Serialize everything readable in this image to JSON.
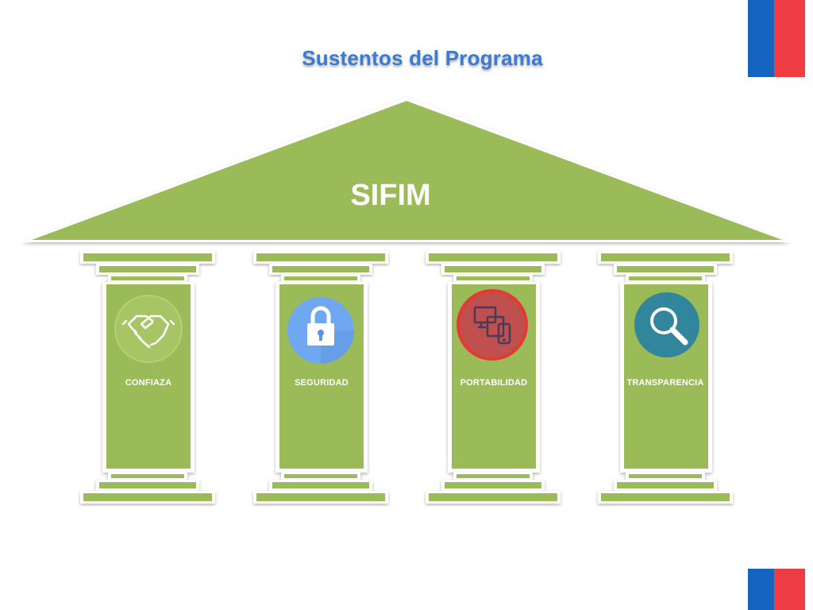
{
  "slide": {
    "title": "Sustentos del Programa",
    "roof_label": "SIFIM"
  },
  "pillars": [
    {
      "label": "CONFIAZA",
      "icon": "handshake-icon"
    },
    {
      "label": "SEGURIDAD",
      "icon": "lock-icon"
    },
    {
      "label": "PORTABILIDAD",
      "icon": "devices-icon"
    },
    {
      "label": "TRANSPARENCIA",
      "icon": "magnifier-icon"
    }
  ],
  "colors": {
    "pillar_green": "#9bbb59",
    "title_blue": "#3a7bd5",
    "flag_blue": "#1565c0",
    "flag_red": "#ef3e43",
    "lock_circle": "#6fa8f0",
    "devices_circle": "#c0504d",
    "magnifier_circle": "#31869b"
  }
}
